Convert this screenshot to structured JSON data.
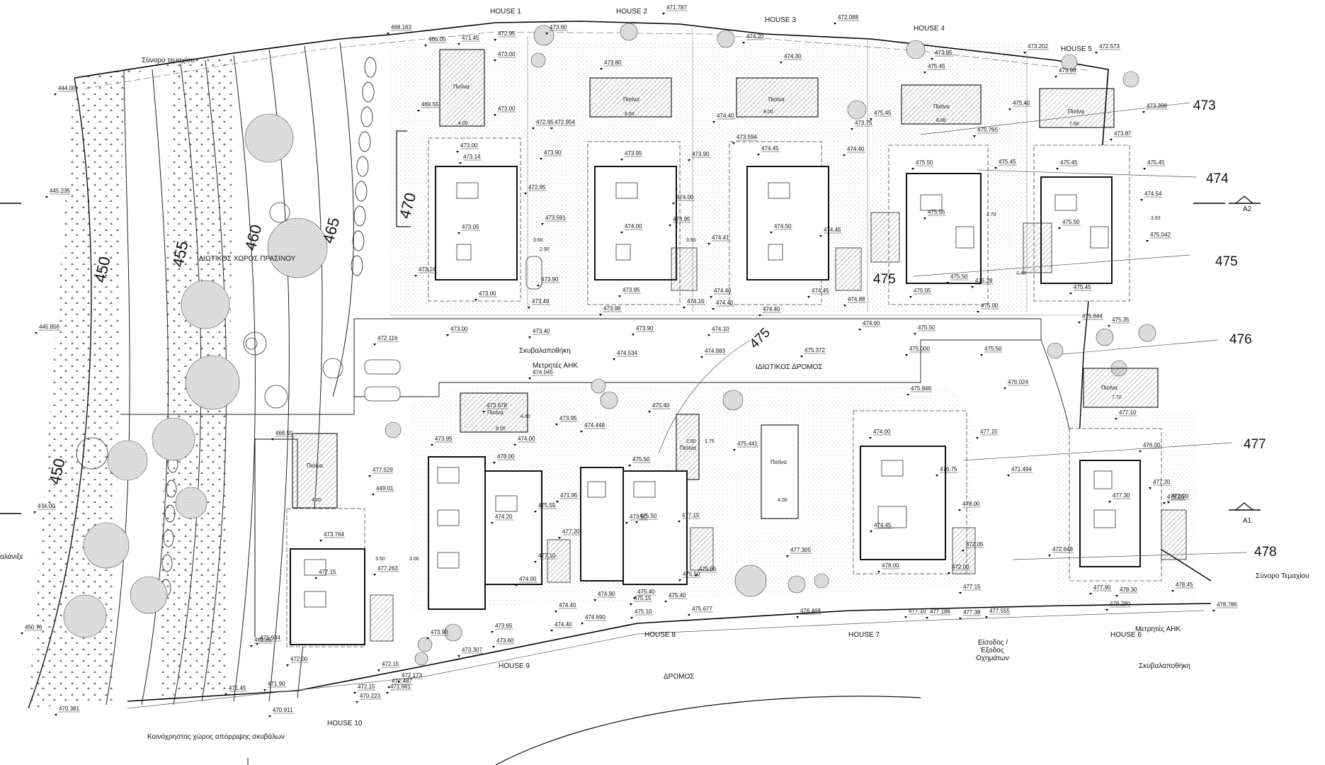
{
  "houses": [
    {
      "key": "h1",
      "label": "HOUSE 1"
    },
    {
      "key": "h2",
      "label": "HOUSE 2"
    },
    {
      "key": "h3",
      "label": "HOUSE 3"
    },
    {
      "key": "h4",
      "label": "HOUSE 4"
    },
    {
      "key": "h5",
      "label": "HOUSE 5"
    },
    {
      "key": "h6",
      "label": "HOUSE 6"
    },
    {
      "key": "h7",
      "label": "HOUSE 7"
    },
    {
      "key": "h8",
      "label": "HOUSE 8"
    },
    {
      "key": "h9",
      "label": "HOUSE 9"
    },
    {
      "key": "h10",
      "label": "HOUSE 10"
    }
  ],
  "labels": {
    "plot_boundary": "Σύνορο τεμαχίου",
    "plot_boundary_right": "Σύνορο Τεμαχίου",
    "private_green": "ΙΔΙΩΤΙΚΟΣ ΧΩΡΟΣ ΠΡΑΣΙΝΟΥ",
    "private_road": "ΙΔΙΩΤΙΚΟΣ ΔΡΟΜΟΣ",
    "road": "ΔΡΟΜΟΣ",
    "storage": "Σκυβαλαποθήκη",
    "meters": "Μετρητές ΑΗΚ",
    "meters_right": "Μετρητές ΑΗΚ",
    "storage_right": "Σκυβαλαποθήκη",
    "entrance_1": "Είσοδος /",
    "entrance_2": "Έξοδος",
    "entrance_3": "Οχημάτων",
    "waste_area": "Κοινόχρηστος χώρος απόρριψης σκυβάλων",
    "left_cut": "αλάνιξε",
    "pool": "Πισίνα",
    "section_a1": "A1",
    "section_a2": "A2"
  },
  "contours_left": [
    {
      "key": "c450a",
      "label": "450"
    },
    {
      "key": "c450b",
      "label": "450"
    },
    {
      "key": "c455",
      "label": "455"
    },
    {
      "key": "c460",
      "label": "460"
    },
    {
      "key": "c465",
      "label": "465"
    },
    {
      "key": "c470",
      "label": "470"
    },
    {
      "key": "c475a",
      "label": "475"
    },
    {
      "key": "c475b",
      "label": "475"
    }
  ],
  "contours_right": [
    {
      "key": "r473",
      "label": "473"
    },
    {
      "key": "r474",
      "label": "474"
    },
    {
      "key": "r475",
      "label": "475"
    },
    {
      "key": "r476",
      "label": "476"
    },
    {
      "key": "r477",
      "label": "477"
    },
    {
      "key": "r478",
      "label": "478"
    }
  ],
  "pool_dims": [
    {
      "key": "p1",
      "label": "4.00"
    },
    {
      "key": "p2",
      "label": "4.00"
    },
    {
      "key": "p3",
      "label": "8.00"
    },
    {
      "key": "p4",
      "label": "8.00"
    },
    {
      "key": "p5",
      "label": "8.00"
    },
    {
      "key": "p6",
      "label": "7.50"
    },
    {
      "key": "p7",
      "label": "7.70"
    },
    {
      "key": "p8",
      "label": "8.00"
    },
    {
      "key": "p9",
      "label": "4.00"
    },
    {
      "key": "p10",
      "label": "4.00"
    },
    {
      "key": "p11",
      "label": "2.50"
    },
    {
      "key": "p12",
      "label": "1.75"
    },
    {
      "key": "p13",
      "label": "3.60"
    },
    {
      "key": "p14",
      "label": "3.60"
    },
    {
      "key": "p15",
      "label": "3.50"
    },
    {
      "key": "p16",
      "label": "3.00"
    },
    {
      "key": "p17",
      "label": "3.93"
    },
    {
      "key": "p18",
      "label": "3.40"
    },
    {
      "key": "p19",
      "label": "2.90"
    },
    {
      "key": "p20",
      "label": "2.70"
    }
  ],
  "elevations": [
    {
      "key": "e01",
      "label": "468.163"
    },
    {
      "key": "e02",
      "label": "466.05"
    },
    {
      "key": "e03",
      "label": "471.45"
    },
    {
      "key": "e04",
      "label": "472.95"
    },
    {
      "key": "e05",
      "label": "473.60"
    },
    {
      "key": "e06",
      "label": "471.787"
    },
    {
      "key": "e07",
      "label": "474.20"
    },
    {
      "key": "e08",
      "label": "472.088"
    },
    {
      "key": "e09",
      "label": "473.95"
    },
    {
      "key": "e10",
      "label": "473.202"
    },
    {
      "key": "e11",
      "label": "472.573"
    },
    {
      "key": "e12",
      "label": "444.00"
    },
    {
      "key": "e13",
      "label": "473.00"
    },
    {
      "key": "e14",
      "label": "473.80"
    },
    {
      "key": "e15",
      "label": "474.30"
    },
    {
      "key": "e16",
      "label": "475.45"
    },
    {
      "key": "e17",
      "label": "473.98"
    },
    {
      "key": "e18",
      "label": "469.55"
    },
    {
      "key": "e19",
      "label": "473.00"
    },
    {
      "key": "e20",
      "label": "474.40"
    },
    {
      "key": "e21",
      "label": "475.45"
    },
    {
      "key": "e22",
      "label": "475.40"
    },
    {
      "key": "e23",
      "label": "473.398"
    },
    {
      "key": "e24",
      "label": "472.95"
    },
    {
      "key": "e25",
      "label": "472.954"
    },
    {
      "key": "e26",
      "label": "473.594"
    },
    {
      "key": "e27",
      "label": "473.75"
    },
    {
      "key": "e28",
      "label": "475.765"
    },
    {
      "key": "e29",
      "label": "473.87"
    },
    {
      "key": "e30",
      "label": "473.00"
    },
    {
      "key": "e31",
      "label": "473.95"
    },
    {
      "key": "e32",
      "label": "474.45"
    },
    {
      "key": "e33",
      "label": "474.40"
    },
    {
      "key": "e34",
      "label": "475.50"
    },
    {
      "key": "e35",
      "label": "475.45"
    },
    {
      "key": "e36",
      "label": "475.45"
    },
    {
      "key": "e37",
      "label": "475.45"
    },
    {
      "key": "e38",
      "label": "473.14"
    },
    {
      "key": "e39",
      "label": "473.90"
    },
    {
      "key": "e40",
      "label": "473.90"
    },
    {
      "key": "e41",
      "label": "445.235"
    },
    {
      "key": "e42",
      "label": "472.95"
    },
    {
      "key": "e43",
      "label": "474.00"
    },
    {
      "key": "e44",
      "label": "473.95"
    },
    {
      "key": "e45",
      "label": "475.55"
    },
    {
      "key": "e46",
      "label": "474.54"
    },
    {
      "key": "e47",
      "label": "473.05"
    },
    {
      "key": "e48",
      "label": "474.00"
    },
    {
      "key": "e49",
      "label": "474.50"
    },
    {
      "key": "e50",
      "label": "475.50"
    },
    {
      "key": "e51",
      "label": "473.591"
    },
    {
      "key": "e52",
      "label": "474.41"
    },
    {
      "key": "e53",
      "label": "474.45"
    },
    {
      "key": "e54",
      "label": "475.042"
    },
    {
      "key": "e55",
      "label": "473.24"
    },
    {
      "key": "e56",
      "label": "473.90"
    },
    {
      "key": "e57",
      "label": "474.16"
    },
    {
      "key": "e58",
      "label": "475.05"
    },
    {
      "key": "e59",
      "label": "475.50"
    },
    {
      "key": "e60",
      "label": "475.45"
    },
    {
      "key": "e61",
      "label": "473.00"
    },
    {
      "key": "e62",
      "label": "473.95"
    },
    {
      "key": "e63",
      "label": "474.40"
    },
    {
      "key": "e64",
      "label": "474.45"
    },
    {
      "key": "e65",
      "label": "474.88"
    },
    {
      "key": "e66",
      "label": "475.28"
    },
    {
      "key": "e67",
      "label": "473.49"
    },
    {
      "key": "e68",
      "label": "473.98"
    },
    {
      "key": "e69",
      "label": "474.40"
    },
    {
      "key": "e70",
      "label": "475.00"
    },
    {
      "key": "e71",
      "label": "475.644"
    },
    {
      "key": "e72",
      "label": "475.35"
    },
    {
      "key": "e73",
      "label": "473.40"
    },
    {
      "key": "e74",
      "label": "474.90"
    },
    {
      "key": "e75",
      "label": "475.50"
    },
    {
      "key": "e76",
      "label": "473.00"
    },
    {
      "key": "e77",
      "label": "473.90"
    },
    {
      "key": "e78",
      "label": "474.10"
    },
    {
      "key": "e79",
      "label": "474.40"
    },
    {
      "key": "e80",
      "label": "445.856"
    },
    {
      "key": "e81",
      "label": "472.116"
    },
    {
      "key": "e82",
      "label": "474.534"
    },
    {
      "key": "e83",
      "label": "474.983"
    },
    {
      "key": "e84",
      "label": "475.372"
    },
    {
      "key": "e85",
      "label": "475.000"
    },
    {
      "key": "e86",
      "label": "475.50"
    },
    {
      "key": "e87",
      "label": "474.045"
    },
    {
      "key": "e88",
      "label": "476.024"
    },
    {
      "key": "e89",
      "label": "475.846"
    },
    {
      "key": "e90",
      "label": "473.678"
    },
    {
      "key": "e91",
      "label": "475.40"
    },
    {
      "key": "e92",
      "label": "473.95"
    },
    {
      "key": "e93",
      "label": "474.448"
    },
    {
      "key": "e94",
      "label": "477.10"
    },
    {
      "key": "e95",
      "label": "468.55"
    },
    {
      "key": "e96",
      "label": "473.95"
    },
    {
      "key": "e97",
      "label": "474.00"
    },
    {
      "key": "e98",
      "label": "475.50"
    },
    {
      "key": "e99",
      "label": "475.441"
    },
    {
      "key": "e100",
      "label": "477.15"
    },
    {
      "key": "e101",
      "label": "476.00"
    },
    {
      "key": "e102",
      "label": "478.00"
    },
    {
      "key": "e103",
      "label": "471.494"
    },
    {
      "key": "e104",
      "label": "474.00"
    },
    {
      "key": "e105",
      "label": "476.75"
    },
    {
      "key": "e106",
      "label": "477.20"
    },
    {
      "key": "e107",
      "label": "477.529"
    },
    {
      "key": "e108",
      "label": "471.95"
    },
    {
      "key": "e109",
      "label": "473.90"
    },
    {
      "key": "e110",
      "label": "477.30"
    },
    {
      "key": "e111",
      "label": "478.05"
    },
    {
      "key": "e112",
      "label": "449.01"
    },
    {
      "key": "e113",
      "label": "474.00"
    },
    {
      "key": "e114",
      "label": "475.55"
    },
    {
      "key": "e115",
      "label": "475.50"
    },
    {
      "key": "e116",
      "label": "477.15"
    },
    {
      "key": "e117",
      "label": "478.00"
    },
    {
      "key": "e118",
      "label": "472.00"
    },
    {
      "key": "e119",
      "label": "473.764"
    },
    {
      "key": "e120",
      "label": "474.20"
    },
    {
      "key": "e121",
      "label": "477.20"
    },
    {
      "key": "e122",
      "label": "474.45"
    },
    {
      "key": "e123",
      "label": "477.10"
    },
    {
      "key": "e124",
      "label": "477.305"
    },
    {
      "key": "e125",
      "label": "472.05"
    },
    {
      "key": "e126",
      "label": "472.648"
    },
    {
      "key": "e127",
      "label": "477.15"
    },
    {
      "key": "e128",
      "label": "477.263"
    },
    {
      "key": "e129",
      "label": "478.00"
    },
    {
      "key": "e130",
      "label": "472.00"
    },
    {
      "key": "e131",
      "label": "475.50"
    },
    {
      "key": "e132",
      "label": "475.65"
    },
    {
      "key": "e133",
      "label": "477.15"
    },
    {
      "key": "e134",
      "label": "478.30"
    },
    {
      "key": "e135",
      "label": "477.90"
    },
    {
      "key": "e136",
      "label": "478.45"
    },
    {
      "key": "e137",
      "label": "474.00"
    },
    {
      "key": "e138",
      "label": "474.40"
    },
    {
      "key": "e139",
      "label": "475.40"
    },
    {
      "key": "e140",
      "label": "475.40"
    },
    {
      "key": "e141",
      "label": "478.290"
    },
    {
      "key": "e142",
      "label": "478.786"
    },
    {
      "key": "e143",
      "label": "450.76"
    },
    {
      "key": "e144",
      "label": "474.90"
    },
    {
      "key": "e145",
      "label": "475.10"
    },
    {
      "key": "e146",
      "label": "475.15"
    },
    {
      "key": "e147",
      "label": "475.677"
    },
    {
      "key": "e148",
      "label": "476.468"
    },
    {
      "key": "e149",
      "label": "477.10"
    },
    {
      "key": "e150",
      "label": "477.186"
    },
    {
      "key": "e151",
      "label": "477.38"
    },
    {
      "key": "e152",
      "label": "477.555"
    },
    {
      "key": "e153",
      "label": "473.65"
    },
    {
      "key": "e154",
      "label": "474.40"
    },
    {
      "key": "e155",
      "label": "474.690"
    },
    {
      "key": "e156",
      "label": "471.934"
    },
    {
      "key": "e157",
      "label": "469.65"
    },
    {
      "key": "e158",
      "label": "473.90"
    },
    {
      "key": "e159",
      "label": "473.60"
    },
    {
      "key": "e160",
      "label": "473.307"
    },
    {
      "key": "e161",
      "label": "472.00"
    },
    {
      "key": "e162",
      "label": "472.15"
    },
    {
      "key": "e163",
      "label": "472.487"
    },
    {
      "key": "e164",
      "label": "472.173"
    },
    {
      "key": "e165",
      "label": "471.90"
    },
    {
      "key": "e166",
      "label": "471.45"
    },
    {
      "key": "e167",
      "label": "472.15"
    },
    {
      "key": "e168",
      "label": "471.661"
    },
    {
      "key": "e169",
      "label": "470.223"
    },
    {
      "key": "e170",
      "label": "470.381"
    },
    {
      "key": "e171",
      "label": "470.911"
    }
  ]
}
